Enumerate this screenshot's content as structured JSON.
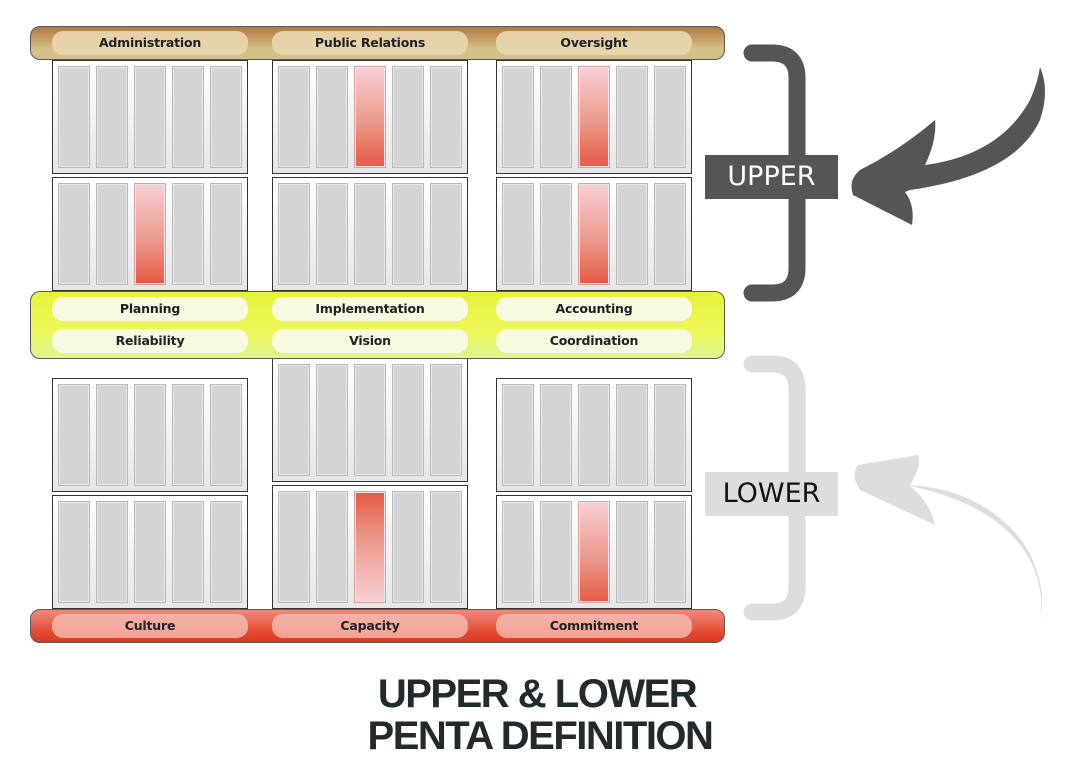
{
  "diagram": {
    "top_bar": {
      "color": "#b07a3e",
      "labels": [
        "Administration",
        "Public Relations",
        "Oversight"
      ]
    },
    "middle_bar": {
      "color": "#e6f33a",
      "row1": [
        "Planning",
        "Implementation",
        "Accounting"
      ],
      "row2": [
        "Reliability",
        "Vision",
        "Coordination"
      ]
    },
    "bottom_bar": {
      "color": "#e44a32",
      "labels": [
        "Culture",
        "Capacity",
        "Commitment"
      ]
    },
    "upper_section": {
      "label": "UPPER",
      "rows": [
        {
          "columns": [
            {
              "highlighted_cell": null
            },
            {
              "highlighted_cell": 3,
              "gradient": "up"
            },
            {
              "highlighted_cell": 3,
              "gradient": "up"
            }
          ]
        },
        {
          "columns": [
            {
              "highlighted_cell": 3,
              "gradient": "up"
            },
            {
              "highlighted_cell": null
            },
            {
              "highlighted_cell": 3,
              "gradient": "up"
            }
          ]
        }
      ]
    },
    "lower_section": {
      "label": "LOWER",
      "rows": [
        {
          "columns": [
            {
              "highlighted_cell": null
            },
            {
              "highlighted_cell": null
            },
            {
              "highlighted_cell": null
            }
          ]
        },
        {
          "columns": [
            {
              "highlighted_cell": null
            },
            {
              "highlighted_cell": 3,
              "gradient": "down"
            },
            {
              "highlighted_cell": 3,
              "gradient": "up"
            }
          ]
        }
      ]
    },
    "cells_per_box": 5,
    "colors": {
      "upper_accent": "#555555",
      "lower_accent": "#dddddd",
      "highlight": "#e55a44"
    }
  },
  "title": {
    "line1": "UPPER & LOWER",
    "line2": "PENTA DEFINITION"
  }
}
